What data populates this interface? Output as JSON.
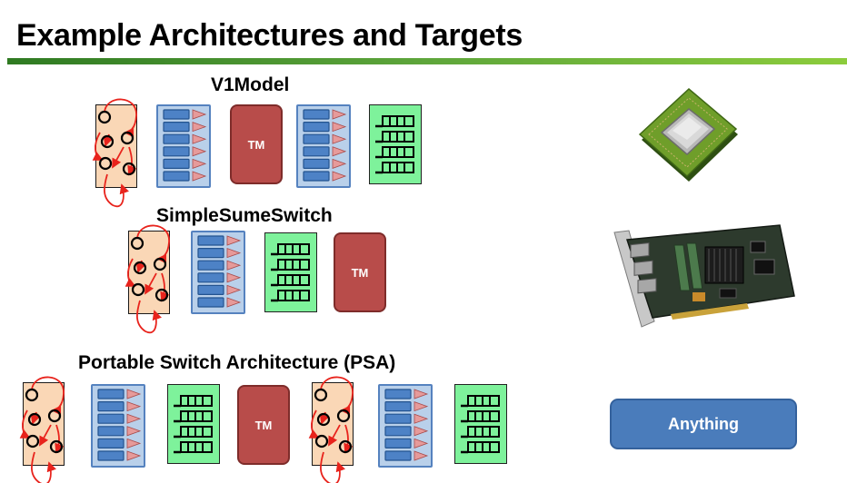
{
  "slide": {
    "title": "Example Architectures and Targets"
  },
  "architectures": [
    {
      "label": "V1Model",
      "blocks": [
        "parser",
        "match-action",
        "TM",
        "match-action",
        "deparser"
      ]
    },
    {
      "label": "SimpleSumeSwitch",
      "blocks": [
        "parser",
        "match-action",
        "deparser",
        "TM"
      ]
    },
    {
      "label": "Portable Switch Architecture (PSA)",
      "blocks": [
        "parser",
        "match-action",
        "deparser",
        "TM",
        "parser",
        "match-action",
        "deparser"
      ]
    }
  ],
  "blocks": {
    "tm_label": "TM"
  },
  "targets": [
    {
      "kind": "cpu-image"
    },
    {
      "kind": "fpga-board-image"
    },
    {
      "kind": "button",
      "label": "Anything"
    }
  ],
  "colors": {
    "title_bar": "#5ea63b",
    "parser_fill": "#fad7b6",
    "match_action_fill": "#b9d0ea",
    "tm_fill": "#b84c4a",
    "deparser_fill": "#7ef29b",
    "anything_fill": "#4a7cbb",
    "arrow": "#e8231c"
  }
}
